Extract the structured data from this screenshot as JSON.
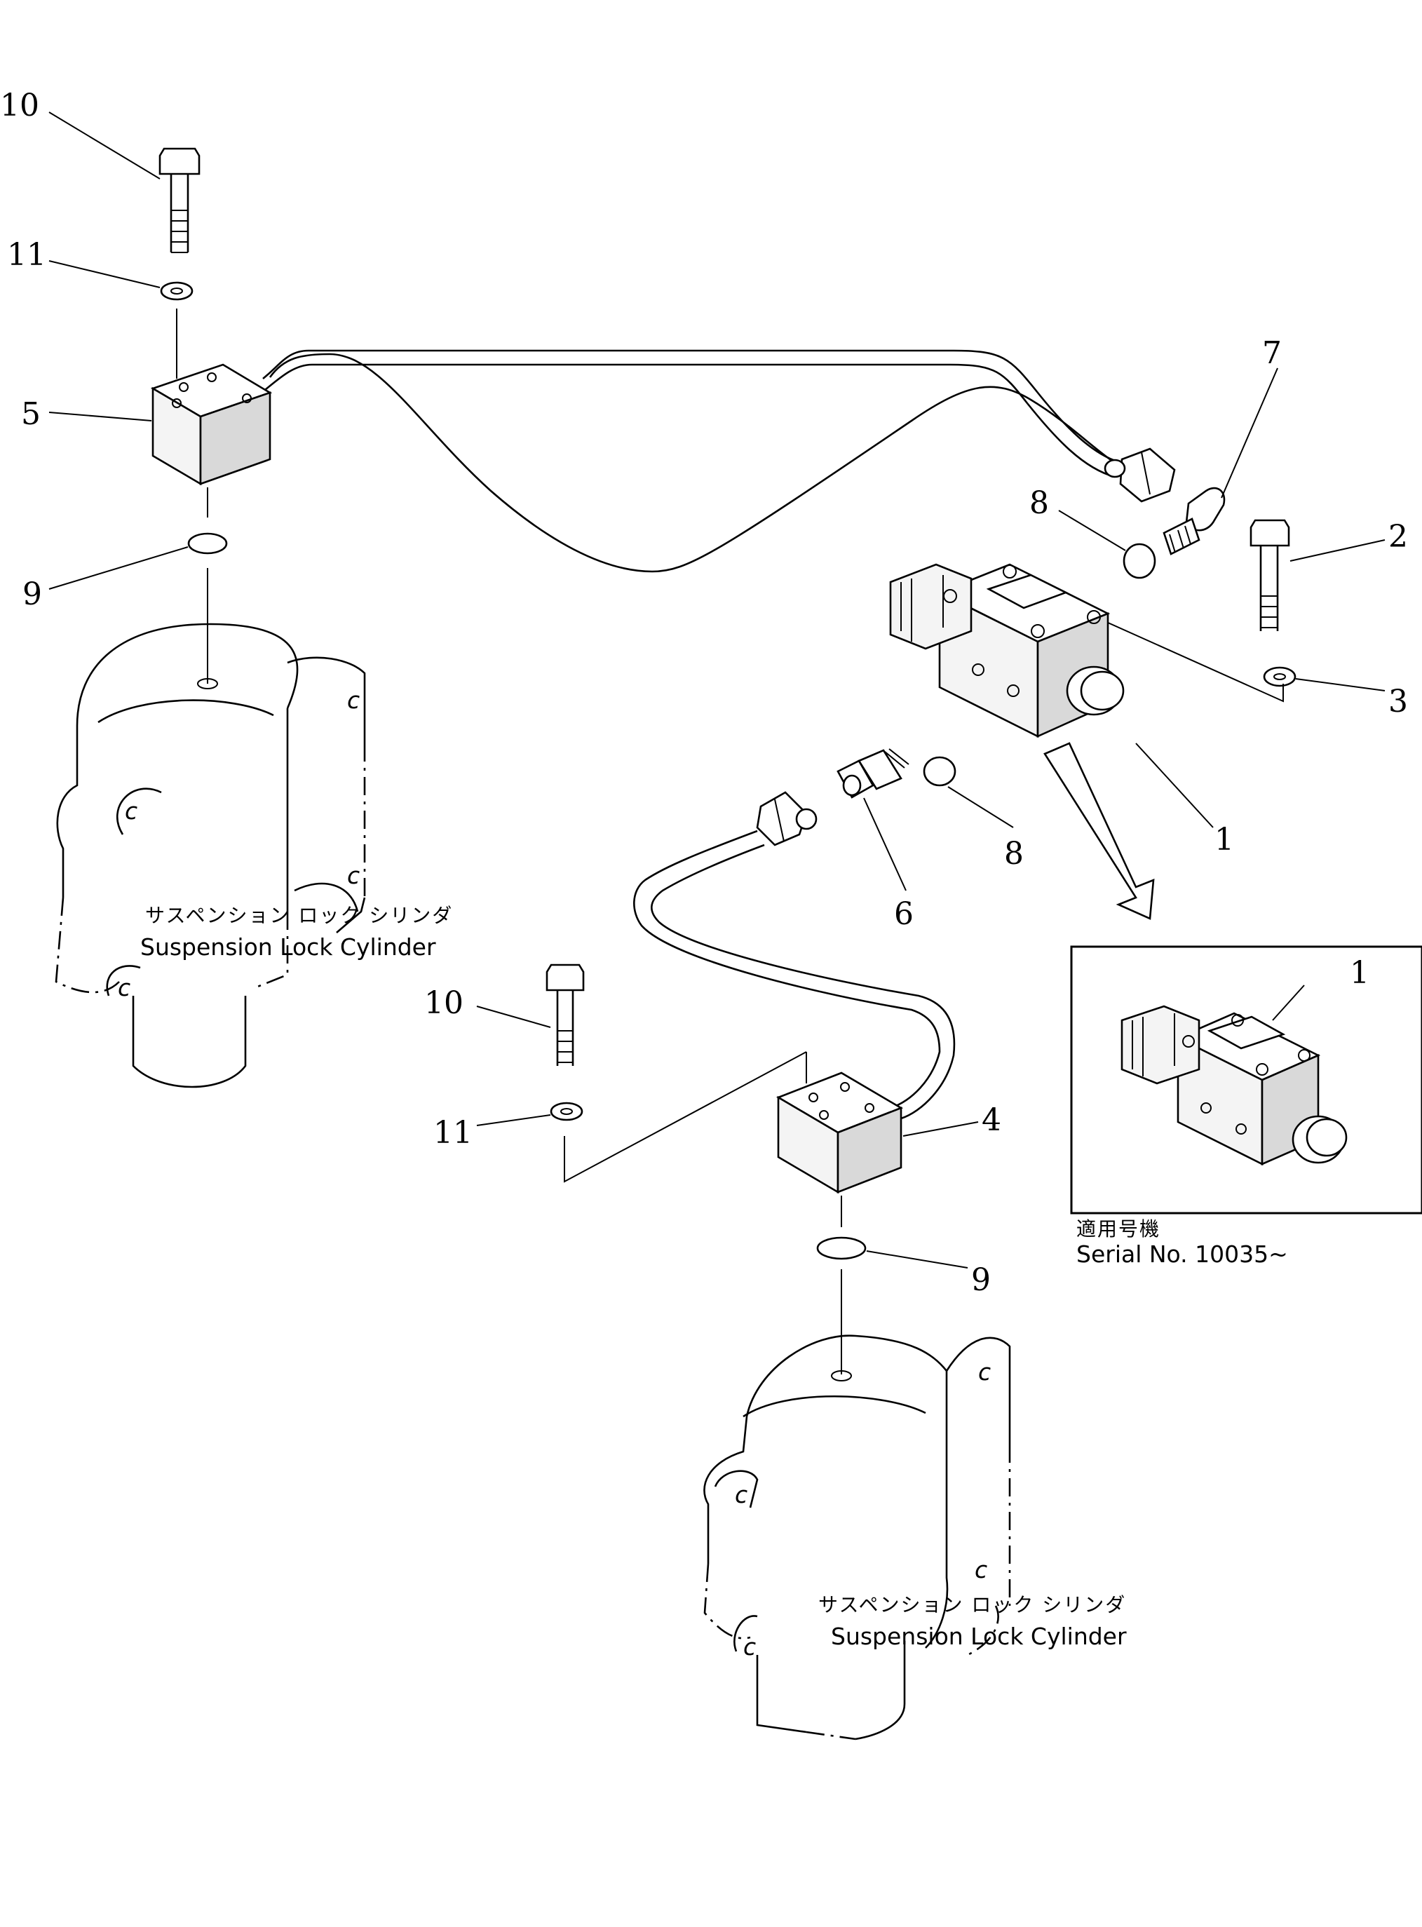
{
  "callouts": {
    "c1": "1",
    "c1_inset": "1",
    "c2": "2",
    "c3": "3",
    "c4": "4",
    "c5": "5",
    "c6": "6",
    "c7": "7",
    "c8_top": "8",
    "c8_bottom": "8",
    "c9_top": "9",
    "c9_bottom": "9",
    "c10_top": "10",
    "c10_mid": "10",
    "c11_top": "11",
    "c11_mid": "11"
  },
  "labels": {
    "cylinder_left_jp": "サスペンション ロック シリンダ",
    "cylinder_left_en": "Suspension Lock Cylinder",
    "cylinder_right_jp": "サスペンション ロック シリンダ",
    "cylinder_right_en": "Suspension Lock Cylinder"
  },
  "inset": {
    "applicable_jp": "適用号機",
    "serial": "Serial No. 10035~"
  }
}
